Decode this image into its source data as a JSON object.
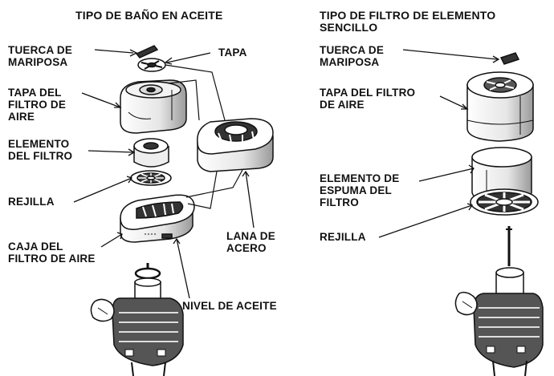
{
  "left_panel": {
    "title": "TIPO DE BAÑO EN ACEITE",
    "labels": {
      "wing_nut": "TUERCA DE\nMARIPOSA",
      "cover_cap": "TAPA",
      "filter_cover": "TAPA DEL\nFILTRO DE\nAIRE",
      "filter_element": "ELEMENTO\nDEL FILTRO",
      "screen": "REJILLA",
      "filter_housing": "CAJA DEL\nFILTRO DE AIRE",
      "steel_wool": "LANA DE\nACERO",
      "oil_level": "NIVEL DE ACEITE"
    }
  },
  "right_panel": {
    "title": "TIPO DE FILTRO DE ELEMENTO\nSENCILLO",
    "labels": {
      "wing_nut": "TUERCA DE\nMARIPOSA",
      "filter_cover": "TAPA DEL FILTRO\nDE AIRE",
      "foam_element": "ELEMENTO DE\nESPUMA DEL\nFILTRO",
      "screen": "REJILLA"
    }
  }
}
